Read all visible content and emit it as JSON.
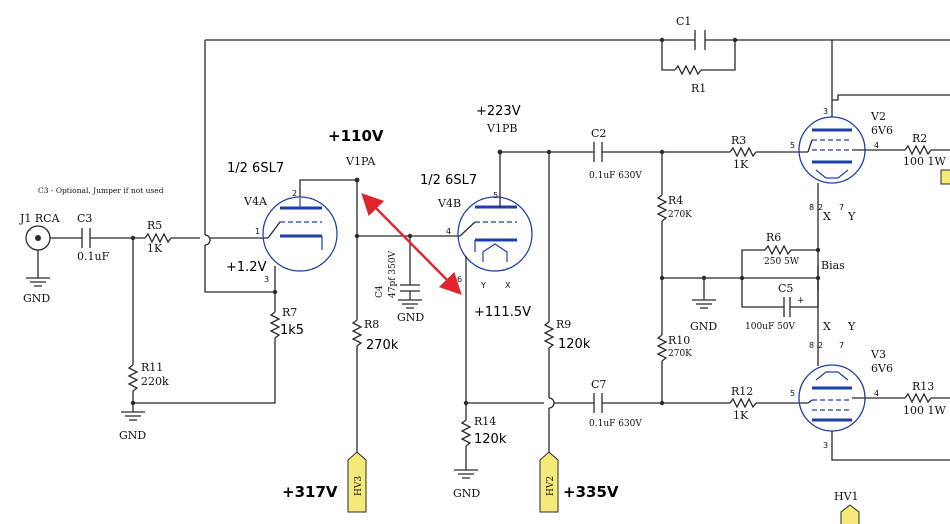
{
  "components": {
    "c1": "C1",
    "r1": "R1",
    "j1": "J1 RCA",
    "c3": "C3",
    "c3_val": "0.1uF",
    "c3_note": "C3 - Optional, Jumper if not used",
    "r5": "R5",
    "r5_val": "1K",
    "r11": "R11",
    "r11_val": "220k",
    "r7": "R7",
    "r7_val": "1k5",
    "v4a": "V4A",
    "v4a_type": "1/2 6SL7",
    "r8": "R8",
    "r8_val": "270k",
    "c4": "C4",
    "c4_val": "47pf 350V",
    "v4b": "V4B",
    "v4b_type": "1/2 6SL7",
    "r14": "R14",
    "r14_val": "120k",
    "r9": "R9",
    "r9_val": "120k",
    "c2": "C2",
    "c2_val": "0.1uF 630V",
    "c7": "C7",
    "c7_val": "0.1uF 630V",
    "r4": "R4",
    "r4_val": "270K",
    "r10": "R10",
    "r10_val": "270K",
    "r3": "R3",
    "r3_val": "1K",
    "r12": "R12",
    "r12_val": "1K",
    "r6": "R6",
    "r6_val": "250 5W",
    "c5": "C5",
    "c5_val": "100uF 50V",
    "bias": "Bias",
    "v2": "V2",
    "v2_type": "6V6",
    "v3": "V3",
    "v3_type": "6V6",
    "r2": "R2",
    "r2_val": "100 1W",
    "r13": "R13",
    "r13_val": "100 1W"
  },
  "nets": {
    "gnd": "GND",
    "v1pa": "V1PA",
    "v1pb": "V1PB",
    "hv3": "HV3",
    "hv2": "HV2",
    "hv1": "HV1"
  },
  "pins": {
    "p1": "1",
    "p2": "2",
    "p3": "3",
    "p4": "4",
    "p5": "5",
    "p6": "6",
    "p7": "7",
    "p8": "8",
    "px": "X",
    "py": "Y",
    "plus": "+"
  },
  "voltages": {
    "v4a_plate": "+110V",
    "v4a_cathode": "+1.2V",
    "v4b_plate": "+223V",
    "v4b_cathode": "+111.5V",
    "hv3": "+317V",
    "hv2": "+335V"
  },
  "colors": {
    "wire": "#2a2a2a",
    "tube": "#1e3fa8",
    "arrow": "#e0242c",
    "hv_tag": "#f5e97a"
  }
}
